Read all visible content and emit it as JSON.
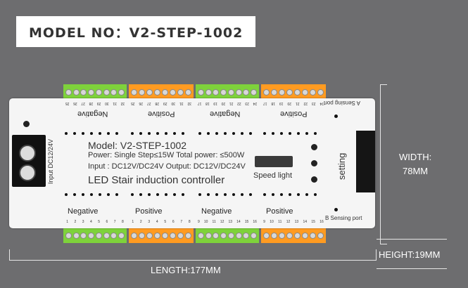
{
  "header": {
    "model": "MODEL NO：V2-STEP-1002"
  },
  "dimensions": {
    "width_label": "WIDTH:",
    "width_value": "78MM",
    "height": "HEIGHT:19MM",
    "length": "LENGTH:177MM"
  },
  "board": {
    "title": "Model: V2-STEP-1002",
    "power": "Power: Single Step≤15W Total power: ≤500W",
    "input": "Input : DC12V/DC24V Output: DC12V/DC24V",
    "product": "LED Stair induction controller",
    "speed_light": "Speed light",
    "setting": "setting",
    "input_side": "Input DC12/24V",
    "a_port": "A Sensing port",
    "b_port": "B Sensing port",
    "negative": "Negative",
    "positive": "Positive",
    "top_pins_1": [
      "32",
      "31",
      "30",
      "29",
      "28",
      "27",
      "26",
      "25"
    ],
    "top_pins_2": [
      "32",
      "31",
      "30",
      "29",
      "28",
      "27",
      "26",
      "25"
    ],
    "top_pins_3": [
      "24",
      "23",
      "22",
      "21",
      "20",
      "19",
      "18",
      "17"
    ],
    "top_pins_4": [
      "24",
      "23",
      "22",
      "21",
      "20",
      "19",
      "18",
      "17"
    ],
    "bottom_pins_1": [
      "1",
      "2",
      "3",
      "4",
      "5",
      "6",
      "7",
      "8"
    ],
    "bottom_pins_2": [
      "1",
      "2",
      "3",
      "4",
      "5",
      "6",
      "7",
      "8"
    ],
    "bottom_pins_3": [
      "9",
      "10",
      "11",
      "12",
      "13",
      "14",
      "15",
      "16"
    ],
    "bottom_pins_4": [
      "9",
      "10",
      "11",
      "12",
      "13",
      "14",
      "15",
      "16"
    ]
  }
}
